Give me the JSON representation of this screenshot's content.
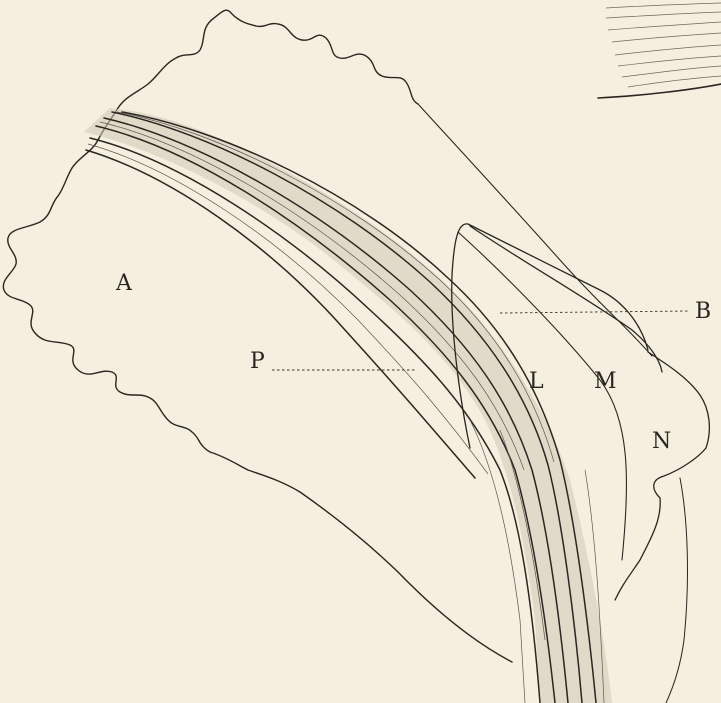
{
  "figure": {
    "background": "#f4efdf",
    "ink_color": "#2b2621",
    "labels": {
      "a": "A",
      "b": "B",
      "p": "P",
      "l": "L",
      "m": "M",
      "n": "N"
    }
  }
}
